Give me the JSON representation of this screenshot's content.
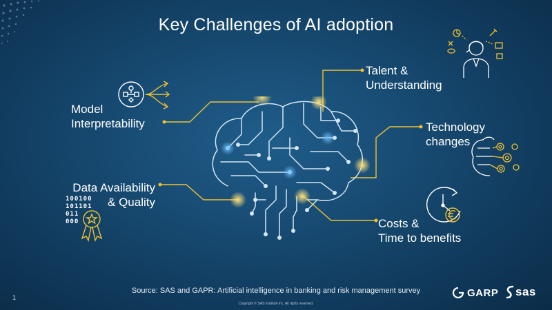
{
  "title": "Key Challenges of AI adoption",
  "challenges": {
    "model": [
      "Model",
      "Interpretability"
    ],
    "talent": [
      "Talent &",
      "Understanding"
    ],
    "technology": [
      "Technology",
      "changes"
    ],
    "data": [
      "Data Availability",
      "& Quality"
    ],
    "costs": [
      "Costs &",
      "Time to benefits"
    ]
  },
  "binary_rows": [
    "100100",
    "101101",
    "011",
    "000"
  ],
  "source": "Source: SAS and GAPR: Artificial intelligence in banking and risk management survey",
  "copyright": "Copyright © SAS Institute Inc. All rights reserved.",
  "page_number": "1",
  "logos": {
    "garp": "GARP",
    "sas": "sas"
  },
  "colors": {
    "accent": "#f2c230",
    "background": "#164a72",
    "circuit": "#cfe2f2",
    "glow": "#4aa8ff"
  },
  "icons": [
    "flowchart-arrows-icon",
    "consultant-icon",
    "brain-gears-icon",
    "clock-euro-icon",
    "award-ribbon-icon",
    "brain-circuit-icon"
  ]
}
